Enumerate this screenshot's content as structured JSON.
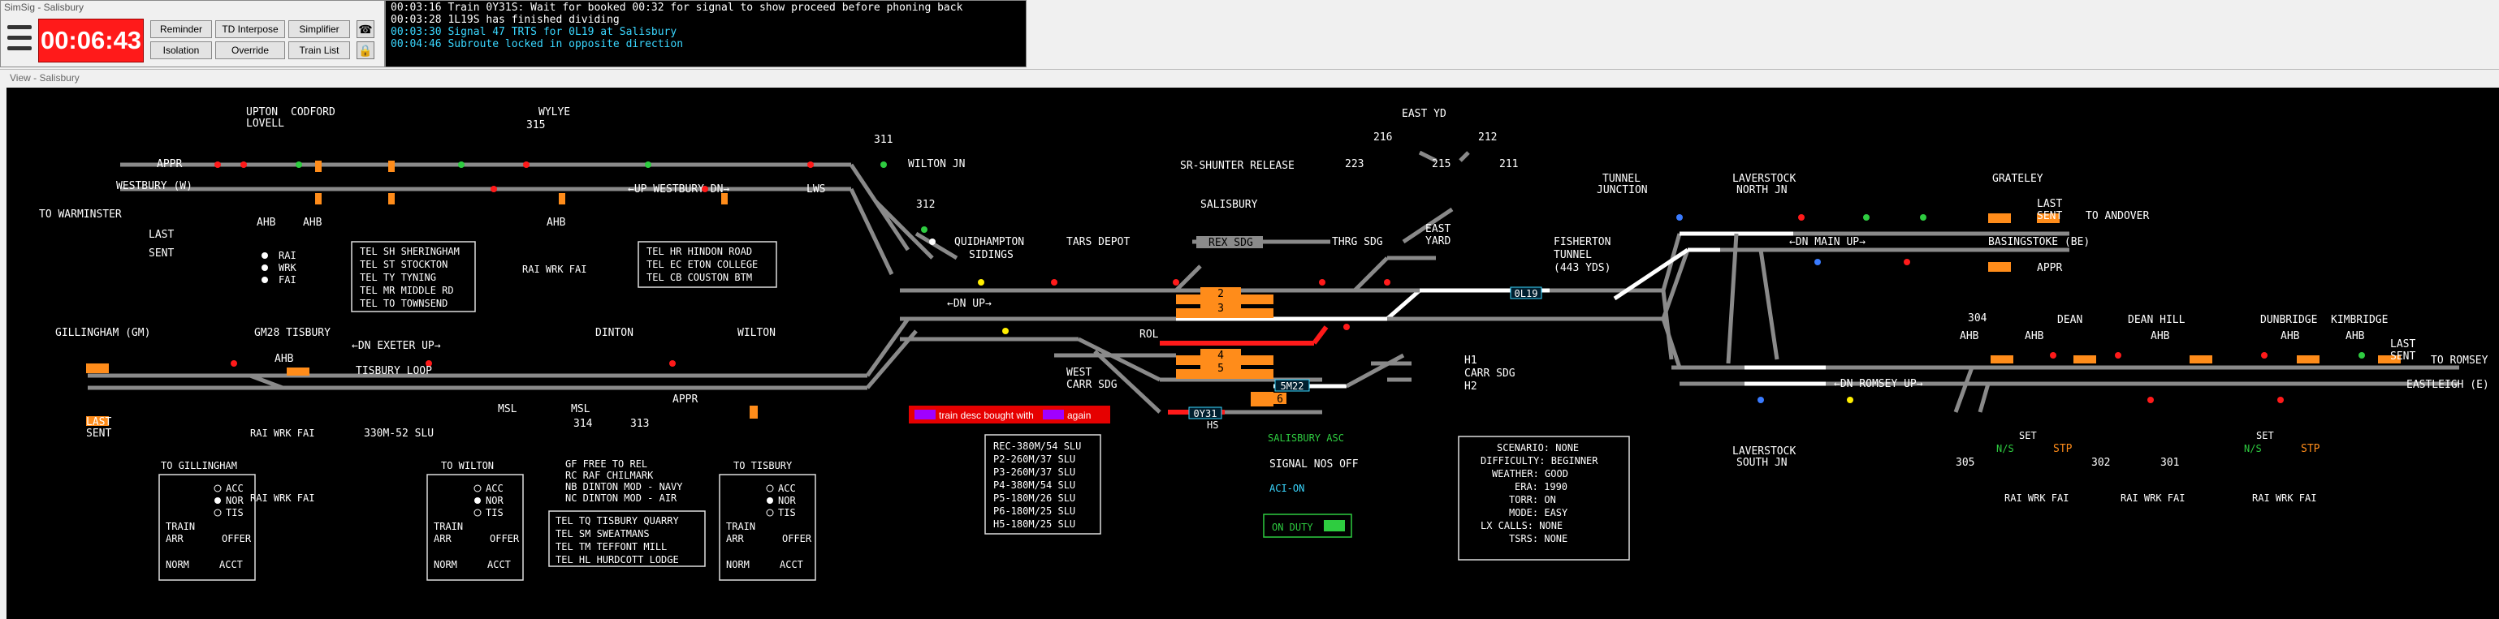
{
  "control": {
    "window_title": "SimSig - Salisbury",
    "clock": "00:06:43",
    "buttons": {
      "reminder": "Reminder",
      "td_interpose": "TD Interpose",
      "simplifier": "Simplifier",
      "isolation": "Isolation",
      "override": "Override",
      "train_list": "Train List"
    }
  },
  "messages": [
    {
      "text": "00:03:16 Train 0Y31S: Wait for booked 00:32 for signal to show proceed before phoning back",
      "color": "white"
    },
    {
      "text": "00:03:28 1L19S has finished dividing",
      "color": "white"
    },
    {
      "text": "00:03:30 Signal 47 TRTS for 0L19 at Salisbury",
      "color": "cyan"
    },
    {
      "text": "00:04:46 Subroute locked in opposite direction",
      "color": "cyan"
    }
  ],
  "view_title": "View - Salisbury",
  "board": {
    "places": {
      "upton_lovell": "UPTON",
      "upton_lovell2": "LOVELL",
      "codford": "CODFORD",
      "wylye": "WYLYE",
      "wylye_num": "315",
      "wilton_jn": "WILTON JN",
      "wilton_jn_num": "311",
      "num_312": "312",
      "appr_w": "APPR",
      "westbury": "WESTBURY (W)",
      "to_warminster": "TO WARMINSTER",
      "last_sent": "LAST",
      "last_sent2": "SENT",
      "ahb": "AHB",
      "up_westbury_dn": "←UP WESTBURY DN→",
      "lws": "LWS",
      "quidhampton": "QUIDHAMPTON",
      "sidings": "SIDINGS",
      "tars_depot": "TARS DEPOT",
      "salisbury": "SALISBURY",
      "sr_shunter": "SR-SHUNTER RELEASE",
      "rex_sdg": "REX SDG",
      "thrg_sdg": "THRG SDG",
      "east_yd": "EAST YD",
      "east": "EAST",
      "yard": "YARD",
      "fisherton": "FISHERTON",
      "tunnel": "TUNNEL",
      "tunnel_len": "(443 YDS)",
      "tunnel_junction": "TUNNEL",
      "tunnel_junction2": "JUNCTION",
      "laverstock_n": "LAVERSTOCK",
      "laverstock_n2": "NORTH JN",
      "grateley": "GRATELEY",
      "to_andover": "TO ANDOVER",
      "basingstoke": "BASINGSTOKE (BE)",
      "dn_main_up": "←DN MAIN UP→",
      "laverstock_s": "LAVERSTOCK",
      "laverstock_s2": "SOUTH JN",
      "dn_romsey_up": "←DN ROMSEY UP→",
      "dean": "DEAN",
      "dean_hill": "DEAN HILL",
      "dunbridge": "DUNBRIDGE",
      "kimbridge": "KIMBRIDGE",
      "to_romsey": "TO ROMSEY",
      "eastleigh": "EASTLEIGH (E)",
      "gillingham": "GILLINGHAM (GM)",
      "gm28_tisbury": "GM28 TISBURY",
      "dn_exeter_up": "←DN EXETER UP→",
      "tisbury_loop": "TISBURY LOOP",
      "dinton": "DINTON",
      "wilton": "WILTON",
      "dn_up": "←DN UP→",
      "west": "WEST",
      "carr_sdg": "CARR SDG",
      "h1": "H1",
      "h2": "H2",
      "carr_sdg2": "CARR SDG",
      "salisbury_asc": "SALISBURY ASC",
      "signal_nos_off": "SIGNAL NOS OFF",
      "aci_on": "ACI-ON",
      "on_duty": "ON DUTY",
      "rai_wrk_fai": "RAI WRK FAI",
      "mslt": "MSL",
      "num_314": "314",
      "num_313": "313",
      "num_304": "304",
      "num_305": "305",
      "num_302": "302",
      "num_301": "301",
      "num_216": "216",
      "num_212": "212",
      "num_223": "223",
      "num_215": "215",
      "num_211": "211",
      "set": "SET",
      "ns": "N/S",
      "stp": "STP",
      "train_0l19": "0L19",
      "train_5m22": "5M22",
      "train_0y31": "0Y31",
      "hs": "HS",
      "rol": "ROL"
    },
    "tel_box_1": [
      "TEL SH SHERINGHAM",
      "TEL ST STOCKTON",
      "TEL TY TYNING",
      "TEL MR MIDDLE RD",
      "TEL TO TOWNSEND"
    ],
    "tel_box_2": [
      "TEL HR HINDON ROAD",
      "TEL EC ETON COLLEGE",
      "TEL CB COUSTON BTM"
    ],
    "tel_box_3": [
      "TEL TQ TISBURY QUARRY",
      "TEL SM SWEATMANS",
      "TEL TM TEFFONT MILL",
      "TEL HL HURDCOTT LODGE"
    ],
    "gf_box": [
      "GF FREE TO REL",
      "RC RAF CHILMARK",
      "NB DINTON MOD - NAVY",
      "NC DINTON MOD - AIR"
    ],
    "rai_legend": [
      "RAI",
      "WRK",
      "FAI"
    ],
    "platforms": [
      "REC-380M/54 SLU",
      "P2-260M/37 SLU",
      "P3-260M/37 SLU",
      "P4-380M/54 SLU",
      "P5-180M/26 SLU",
      "P6-180M/25 SLU",
      "H5-180M/25 SLU"
    ],
    "alert": {
      "prefix": "train desc bought with",
      "suffix": "again"
    },
    "to_gillingham": {
      "title": "TO GILLINGHAM",
      "opts": [
        "ACC",
        "NOR",
        "TIS"
      ],
      "train": "TRAIN",
      "arr": "ARR",
      "offer": "OFFER",
      "norm": "NORM",
      "acct": "ACCT"
    },
    "to_wilton": {
      "title": "TO WILTON",
      "opts": [
        "ACC",
        "NOR",
        "TIS"
      ],
      "train": "TRAIN",
      "arr": "ARR",
      "offer": "OFFER",
      "norm": "NORM",
      "acct": "ACCT"
    },
    "to_tisbury": {
      "title": "TO TISBURY",
      "opts": [
        "ACC",
        "NOR",
        "TIS"
      ],
      "train": "TRAIN",
      "arr": "ARR",
      "offer": "OFFER",
      "norm": "NORM",
      "acct": "ACCT"
    },
    "scenario": [
      "SCENARIO: NONE",
      "DIFFICULTY: BEGINNER",
      "WEATHER: GOOD",
      "ERA: 1990",
      "TORR: ON",
      "MODE: EASY",
      "LX CALLS: NONE",
      "TSRS: NONE"
    ]
  },
  "colors": {
    "clock_bg": "#ff1a1a",
    "track": "#8a8a8a",
    "route_set": "#ffffff",
    "occupied": "#ff1a1a",
    "platform": "#ff8c1a",
    "signal_red": "#ff1a1a",
    "signal_green": "#2ecc40",
    "signal_yellow": "#ffee00",
    "label_magenta": "#c040ff",
    "berth_cyan": "#3ad7ff"
  }
}
